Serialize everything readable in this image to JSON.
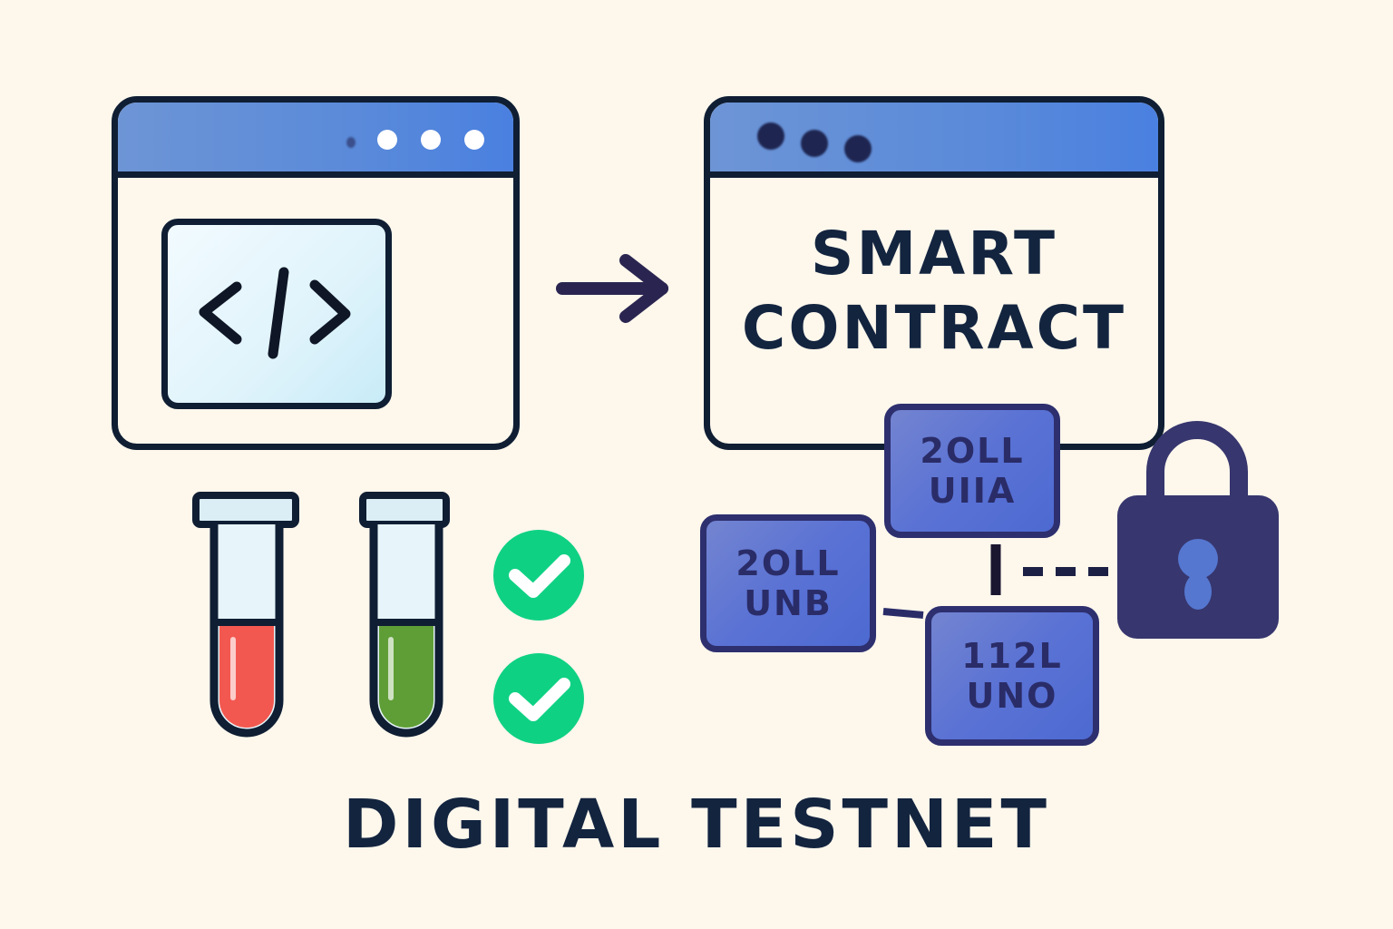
{
  "left_window": {
    "icon": "code-brackets-icon",
    "code_glyph": "</>",
    "title_bar_dots": 3
  },
  "arrow": {
    "icon": "arrow-right-icon"
  },
  "right_window": {
    "title_line_1": "SMART",
    "title_line_2": "CONTRACT",
    "title_bar_dots": 3
  },
  "blocks": [
    {
      "line_1": "2OLL",
      "line_2": "UIIA"
    },
    {
      "line_1": "2OLL",
      "line_2": "UNB"
    },
    {
      "line_1": "112L",
      "line_2": "UNO"
    }
  ],
  "test_tubes": [
    {
      "liquid": "red",
      "color": "#f2584f"
    },
    {
      "liquid": "green",
      "color": "#5f9e36"
    }
  ],
  "checks": [
    {
      "icon": "check-circle-icon",
      "color": "#0fd184"
    },
    {
      "icon": "check-circle-icon",
      "color": "#0fd184"
    }
  ],
  "lock": {
    "icon": "padlock-icon",
    "color": "#37366e"
  },
  "caption": "DIGITAL TESTNET",
  "colors": {
    "background": "#fdf7ec",
    "outline": "#0f1e33",
    "titlebar": "#5a8ad9",
    "block": "#5a72d4",
    "block_border": "#2d2f6e"
  }
}
